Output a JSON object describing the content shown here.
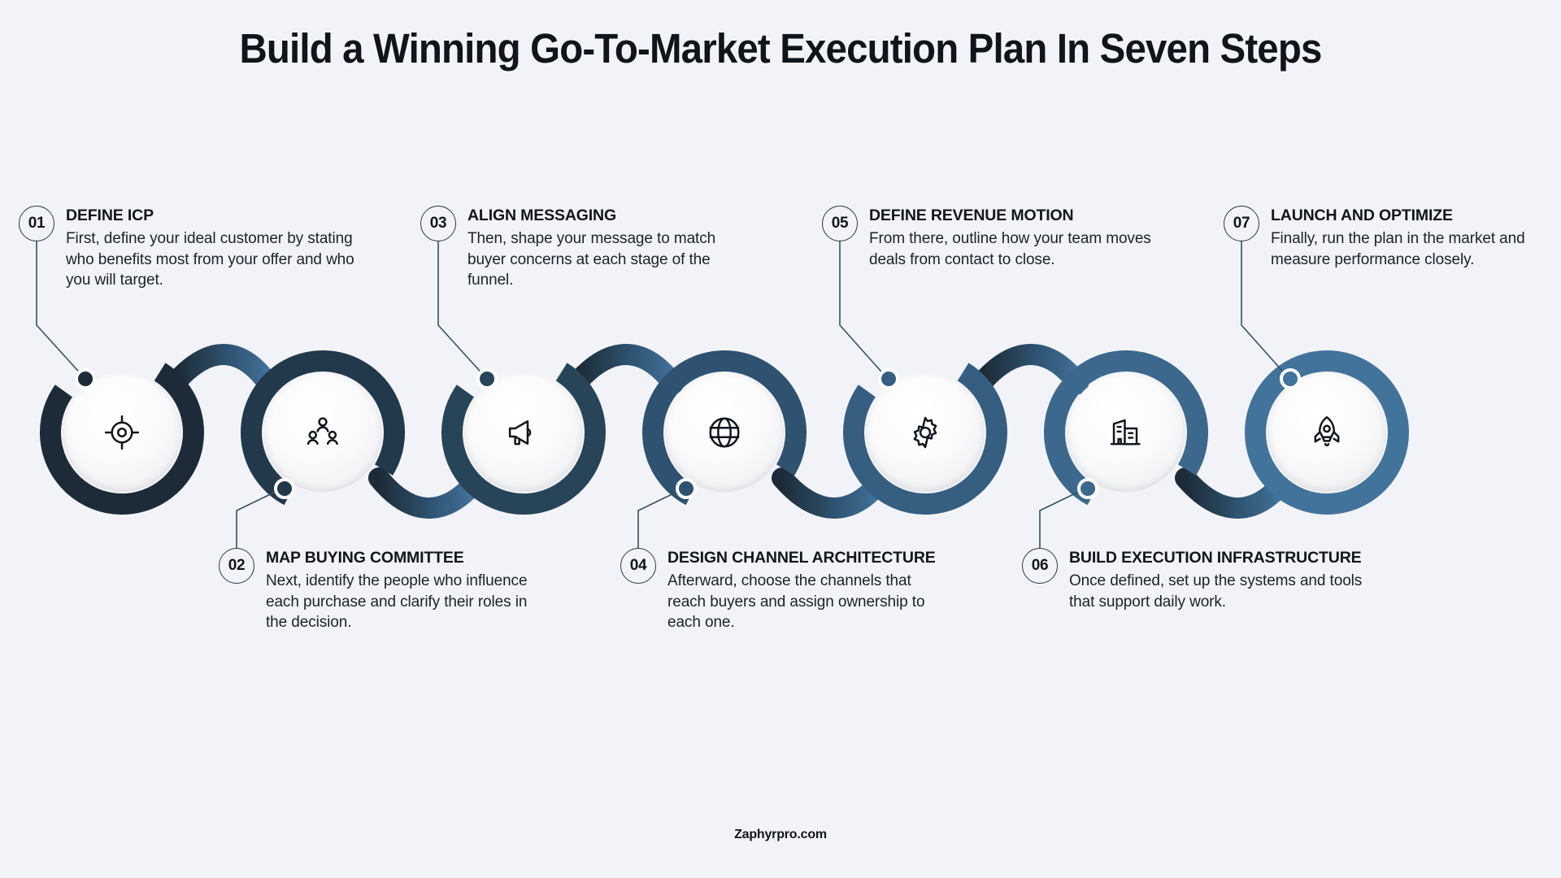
{
  "page": {
    "title": "Build a Winning Go-To-Market Execution Plan In Seven Steps",
    "footer": "Zaphyrpro.com",
    "background_color": "#f2f3f8",
    "ribbon_gradient_start": "#1d2b38",
    "ribbon_gradient_end": "#3f6f96"
  },
  "steps": [
    {
      "number": "01",
      "title": "DEFINE ICP",
      "desc": "First, define your ideal customer by stating who benefits most from your offer and who you will target.",
      "icon": "target-icon",
      "position": "above",
      "ring_color": "#1d2b38"
    },
    {
      "number": "02",
      "title": "MAP BUYING COMMITTEE",
      "desc": "Next, identify the people who influence each purchase and clarify their roles in the decision.",
      "icon": "people-group-icon",
      "position": "below",
      "ring_color": "#22384b"
    },
    {
      "number": "03",
      "title": "ALIGN MESSAGING",
      "desc": "Then, shape your message to match buyer concerns at each stage of the funnel.",
      "icon": "megaphone-icon",
      "position": "above",
      "ring_color": "#284459"
    },
    {
      "number": "04",
      "title": "DESIGN CHANNEL ARCHITECTURE",
      "desc": "Afterward, choose the channels that reach buyers and assign ownership to each one.",
      "icon": "globe-icon",
      "position": "below",
      "ring_color": "#2e5270"
    },
    {
      "number": "05",
      "title": "DEFINE REVENUE MOTION",
      "desc": "From there, outline how your team moves deals from contact to close.",
      "icon": "gear-icon",
      "position": "above",
      "ring_color": "#355e80"
    },
    {
      "number": "06",
      "title": "BUILD EXECUTION INFRASTRUCTURE",
      "desc": "Once defined, set up the systems and tools that support daily work.",
      "icon": "building-icon",
      "position": "below",
      "ring_color": "#3b688c"
    },
    {
      "number": "07",
      "title": "LAUNCH AND OPTIMIZE",
      "desc": "Finally, run the plan in the market and measure performance closely.",
      "icon": "rocket-icon",
      "position": "above",
      "ring_color": "#3f6f96"
    }
  ]
}
